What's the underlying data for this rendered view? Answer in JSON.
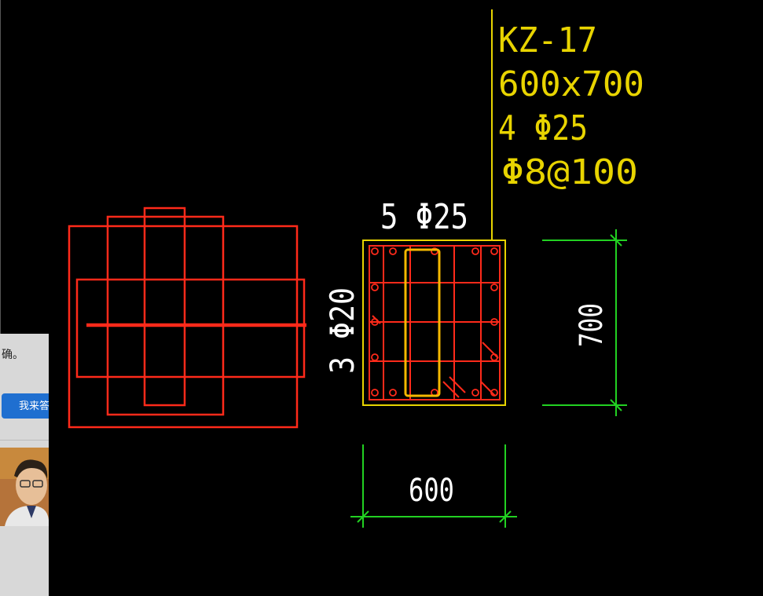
{
  "column": {
    "name": "KZ-17",
    "size": "600x700",
    "corner_rebar": "4 Φ25",
    "stirrup": "Φ8@100",
    "top_rebar": "5 Φ25",
    "side_rebar": "3 Φ20"
  },
  "dimensions": {
    "width": "600",
    "height": "700"
  },
  "side_panel": {
    "note_text": "确。",
    "answer_button": "我来答"
  },
  "colors": {
    "background": "#000000",
    "rebar": "#ff2a1a",
    "outline": "#e8d400",
    "dimension": "#22d122",
    "text": "#ffffff"
  }
}
